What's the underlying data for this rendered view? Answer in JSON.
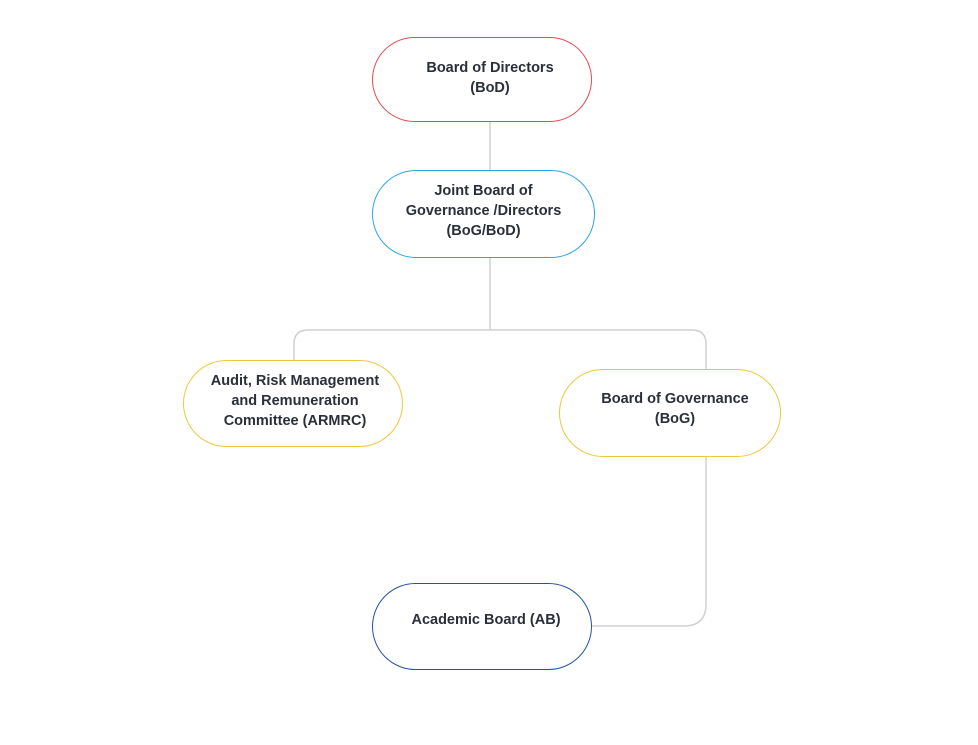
{
  "diagram": {
    "nodes": {
      "bod": {
        "label": "Board of Directors\n(BoD)",
        "color": "#e5484d"
      },
      "joint": {
        "label": "Joint Board of\nGovernance /Directors\n(BoG/BoD)",
        "color": "#2ba6e0"
      },
      "armrc": {
        "label": "Audit, Risk Management\nand Remuneration\nCommittee (ARMRC)",
        "color": "#efc73c"
      },
      "bog": {
        "label": "Board of Governance\n(BoG)",
        "color": "#efc73c"
      },
      "ab": {
        "label": "Academic Board (AB)",
        "color": "#2451a3"
      }
    },
    "edges": [
      {
        "from": "bod",
        "to": "joint"
      },
      {
        "from": "joint",
        "to": "armrc"
      },
      {
        "from": "joint",
        "to": "bog"
      },
      {
        "from": "bog",
        "to": "ab"
      }
    ],
    "connector_color": "#cfd0d6"
  }
}
